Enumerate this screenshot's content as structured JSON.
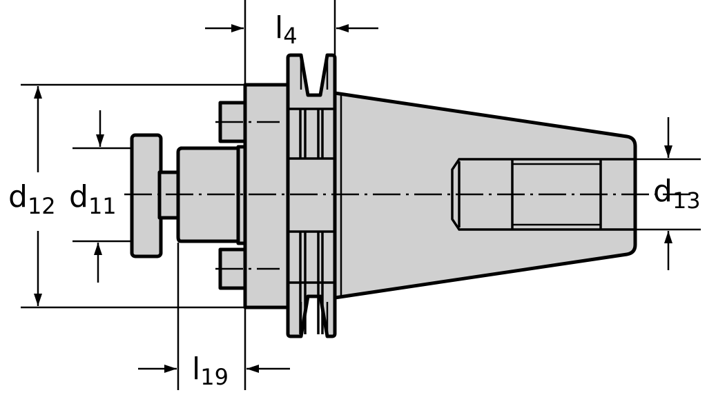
{
  "labels": {
    "l4": {
      "main": "l",
      "sub": "4"
    },
    "l19": {
      "main": "l",
      "sub": "19"
    },
    "d11": {
      "main": "d",
      "sub": "11"
    },
    "d12": {
      "main": "d",
      "sub": "12"
    },
    "d13": {
      "main": "d",
      "sub": "13"
    }
  },
  "colors": {
    "part_fill": "#d0d0d0",
    "line": "#000000"
  }
}
